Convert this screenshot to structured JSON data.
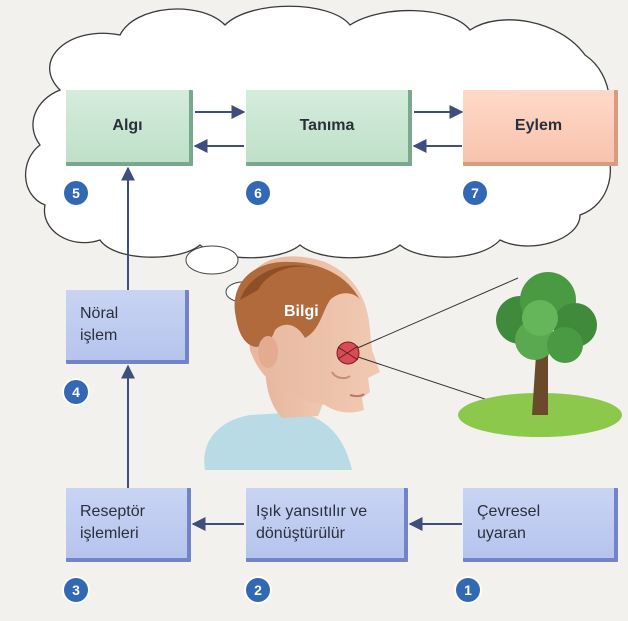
{
  "diagram": {
    "cloud_boxes": {
      "algi": "Algı",
      "tanima": "Tanıma",
      "eylem": "Eylem"
    },
    "process_boxes": {
      "noral": "Nöral\nişlem",
      "reseptor": "Reseptör\nişlemleri",
      "isik": "Işık yansıtılır ve\ndönüştürülür",
      "cevresel": "Çevresel\nuyaran"
    },
    "head_label": "Bilgi",
    "badges": {
      "b1": "1",
      "b2": "2",
      "b3": "3",
      "b4": "4",
      "b5": "5",
      "b6": "6",
      "b7": "7"
    }
  },
  "colors": {
    "green_box": "#c8e6d2",
    "orange_box": "#fbcdb9",
    "blue_box": "#bccaf0",
    "badge": "#3368b5",
    "arrow": "#3d4f7a"
  }
}
